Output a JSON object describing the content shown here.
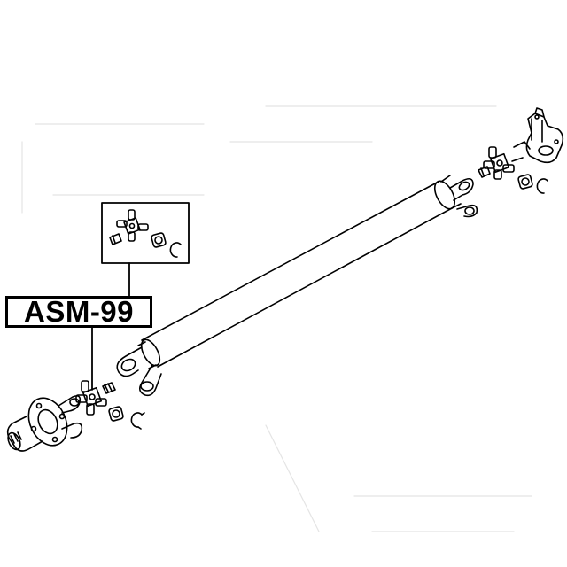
{
  "part_number": "ASM-99",
  "colors": {
    "line": "#000000",
    "background": "#ffffff",
    "faint": "#e6e6e6"
  },
  "callout": {
    "inset_contents": [
      "universal-joint-cross",
      "grease-nipple",
      "needle-bearing-cup",
      "snap-ring"
    ]
  }
}
